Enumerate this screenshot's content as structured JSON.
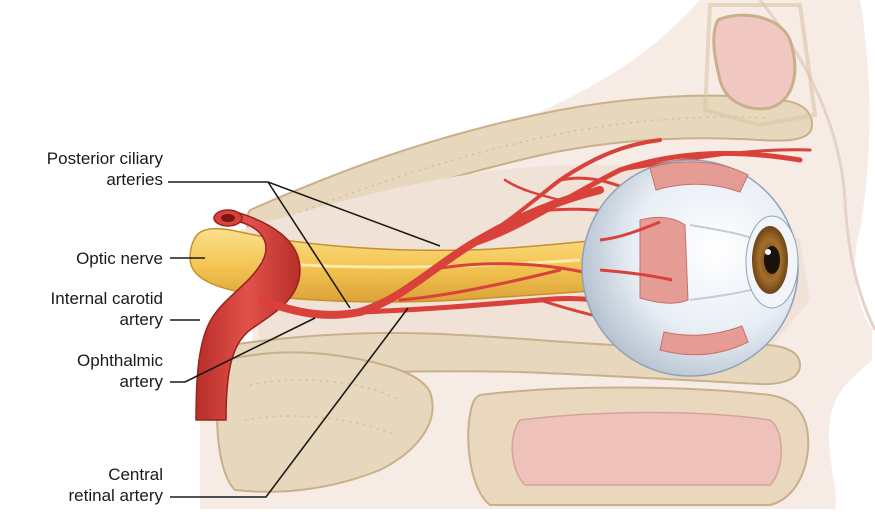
{
  "labels": {
    "posterior_ciliary": {
      "line1": "Posterior ciliary",
      "line2": "arteries"
    },
    "optic_nerve": {
      "line1": "Optic nerve"
    },
    "internal_carotid": {
      "line1": "Internal carotid",
      "line2": "artery"
    },
    "ophthalmic": {
      "line1": "Ophthalmic",
      "line2": "artery"
    },
    "central_retinal": {
      "line1": "Central",
      "line2": "retinal artery"
    }
  },
  "colors": {
    "artery": "#d9413b",
    "artery_dark": "#a82a25",
    "optic_nerve": "#f2c24f",
    "bone": "#e4d2b4",
    "skin": "#f4e6de",
    "sclera": "#e9eef4",
    "iris": "#9b6a2a",
    "muscle": "#e39a93"
  }
}
